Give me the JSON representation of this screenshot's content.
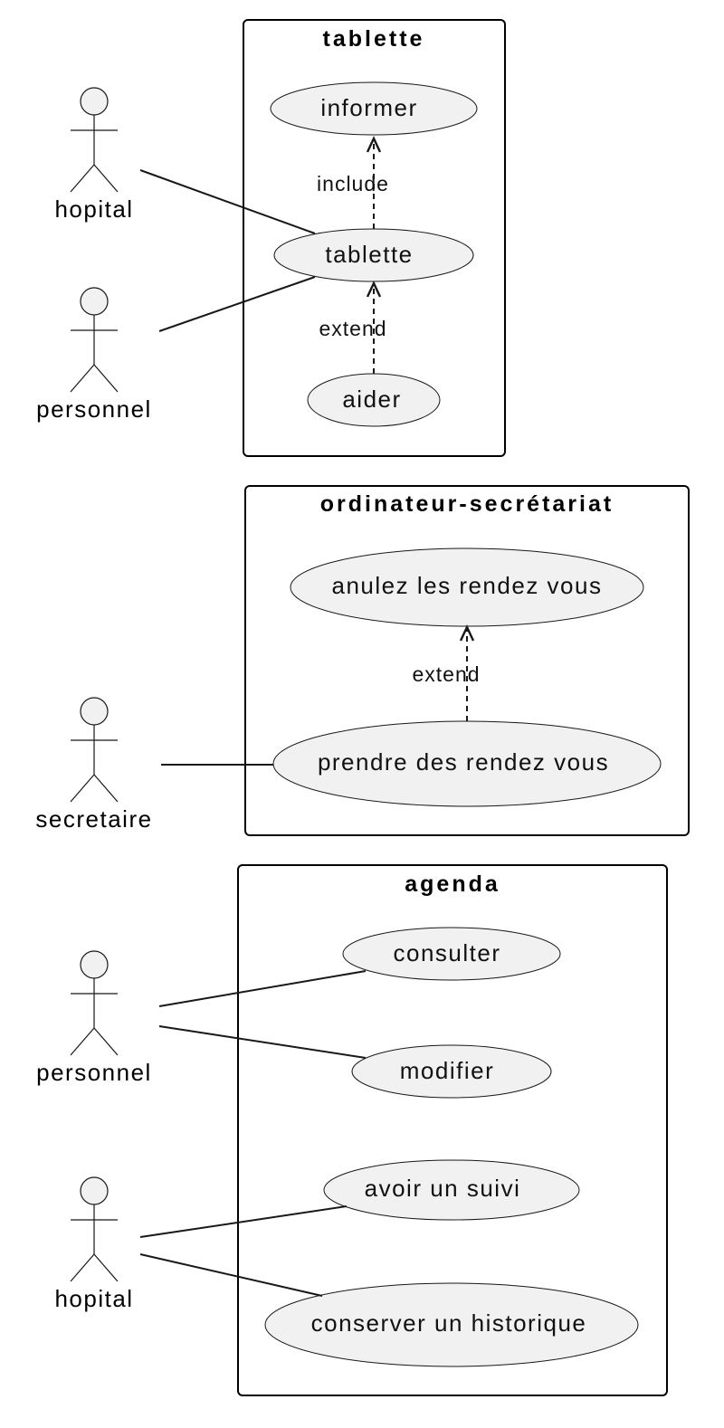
{
  "packages": [
    {
      "title": "tablette",
      "use_cases": [
        "informer",
        "tablette",
        "aider"
      ],
      "relations": [
        "include",
        "extend"
      ]
    },
    {
      "title": "ordinateur-secrétariat",
      "use_cases": [
        "anulez les rendez vous",
        "prendre des rendez vous"
      ],
      "relations": [
        "extend"
      ]
    },
    {
      "title": "agenda",
      "use_cases": [
        "consulter",
        "modifier",
        "avoir un suivi",
        "conserver un historique"
      ],
      "relations": []
    }
  ],
  "actors": [
    "hopital",
    "personnel",
    "secretaire",
    "personnel",
    "hopital"
  ],
  "colors": {
    "usecase_fill": "#f1f1f1",
    "stroke": "#181818",
    "background": "#ffffff"
  }
}
